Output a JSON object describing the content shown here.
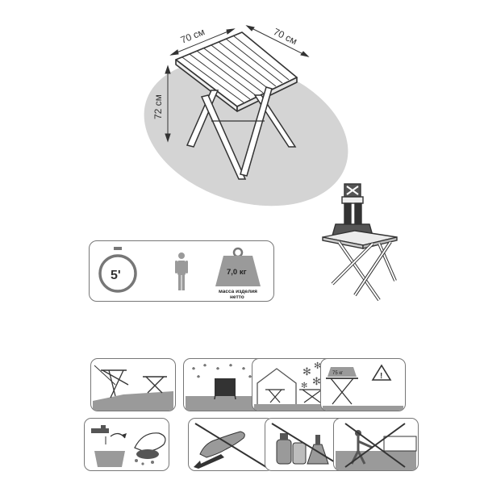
{
  "dimensions": {
    "width_label": "70 см",
    "depth_label": "70 см",
    "height_label": "72 см"
  },
  "info": {
    "assembly_time": "5'",
    "weight_value": "7,0 кг",
    "weight_caption_line1": "масса изделия",
    "weight_caption_line2": "нетто"
  },
  "warnings": {
    "max_load_label": "75 кг"
  },
  "colors": {
    "ellipse": "#d4d4d4",
    "stroke": "#333333",
    "box_border": "#777777",
    "icon_gray": "#9a9a9a"
  }
}
